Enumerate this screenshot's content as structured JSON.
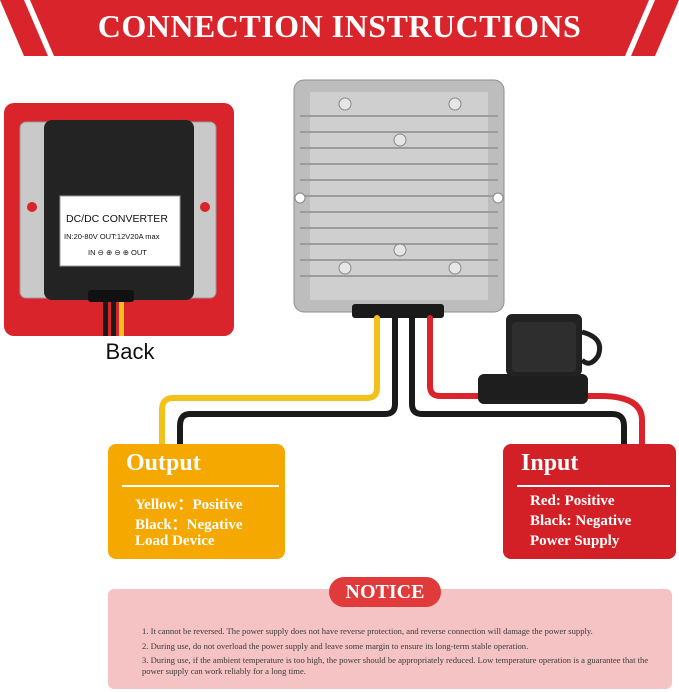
{
  "header": {
    "title": "CONNECTION INSTRUCTIONS"
  },
  "back": {
    "caption": "Back",
    "label_title": "DC/DC CONVERTER",
    "label_specs": "IN:20-80V    OUT:12V20A max",
    "label_pins": "IN ⊖ ⊕ ⊖ ⊕ OUT"
  },
  "output": {
    "title": "Output",
    "lines": [
      "Yellow：Positive",
      "Black：Negative",
      "Load Device"
    ]
  },
  "input": {
    "title": "Input",
    "lines": [
      "Red: Positive",
      "Black: Negative",
      "Power Supply"
    ]
  },
  "notice": {
    "title": "NOTICE",
    "items": [
      "1. It cannot be reversed. The power supply does not have reverse protection, and reverse connection will damage the power supply.",
      "2. During use, do not overload the power supply and leave some margin to ensure its long-term stable operation.",
      "3. During use, if the ambient temperature is too high, the power should be appropriately reduced. Low temperature operation is a guarantee that the power supply can work reliably for a long time."
    ]
  },
  "colors": {
    "brand_red": "#d8242a",
    "output_orange": "#f5a800",
    "input_red": "#d31f26",
    "notice_pink": "#f5c3c3",
    "wire_yellow": "#f2c21b",
    "wire_black": "#1a1a1a",
    "wire_red": "#d8242a"
  }
}
